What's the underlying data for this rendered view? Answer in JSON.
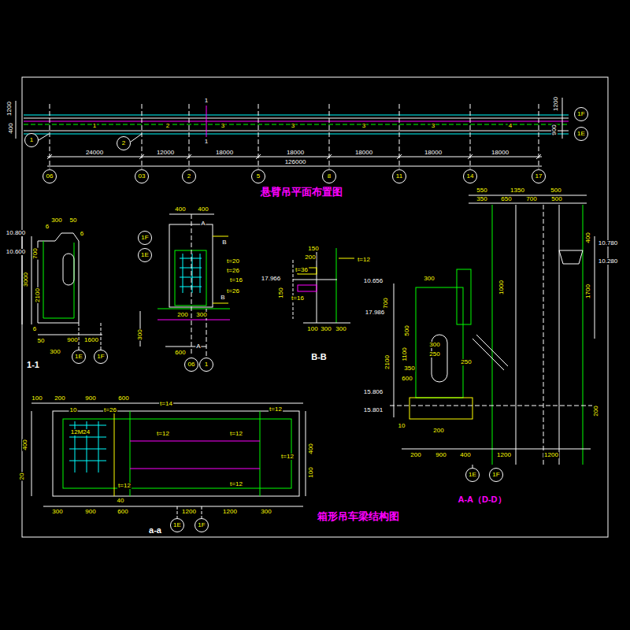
{
  "diagram": {
    "nodes": [
      {
        "text": [
          "06"
        ]
      },
      {
        "text": [
          "03"
        ]
      },
      {
        "text": [
          "2"
        ]
      },
      {
        "text": [
          "5"
        ]
      },
      {
        "text": [
          "8"
        ]
      },
      {
        "text": [
          "11"
        ]
      },
      {
        "text": [
          "14"
        ]
      },
      {
        "text": [
          "17"
        ]
      },
      {
        "text": [
          "1"
        ]
      },
      {
        "text": [
          "2"
        ]
      },
      {
        "text": [
          "1F"
        ]
      },
      {
        "text": [
          "1E"
        ]
      },
      {
        "text": [
          "1E"
        ]
      },
      {
        "text": [
          "1F"
        ]
      },
      {
        "text": [
          "1F"
        ]
      },
      {
        "text": [
          "1E"
        ]
      },
      {
        "text": [
          "06"
        ]
      },
      {
        "text": [
          "1"
        ]
      },
      {
        "text": [
          "1E"
        ]
      },
      {
        "text": [
          "1F"
        ]
      },
      {
        "text": [
          "1E"
        ]
      },
      {
        "text": [
          "1F"
        ]
      }
    ],
    "labels": [
      "悬臂吊平面布置图",
      "24000",
      "12000",
      "18000",
      "18000",
      "18000",
      "18000",
      "18000",
      "126000",
      "1",
      "1",
      "1",
      "2",
      "3",
      "3",
      "3",
      "3",
      "4",
      "1200",
      "400",
      "1200",
      "900",
      "10.800",
      "10.600",
      "300",
      "50",
      "6",
      "6",
      "700",
      "3000",
      "2100",
      "6",
      "50",
      "300",
      "900",
      "1600",
      "1-1",
      "400",
      "400",
      "B",
      "t=20",
      "t=26",
      "t=16",
      "t=26",
      "B",
      "A",
      "A",
      "200",
      "300",
      "600",
      "300",
      "150",
      "200",
      "t=36",
      "17.966",
      "150",
      "t=16",
      "t=12",
      "100",
      "300",
      "300",
      "B-B",
      "550",
      "1350",
      "500",
      "350",
      "650",
      "700",
      "500",
      "400",
      "10.780",
      "10.280",
      "1000",
      "1700",
      "300",
      "10.656",
      "700",
      "17.986",
      "500",
      "1100",
      "2100",
      "300",
      "250",
      "250",
      "350",
      "600",
      "15.806",
      "15.801",
      "10",
      "200",
      "200",
      "900",
      "400",
      "1200",
      "1200",
      "200",
      "A-A（D-D）",
      "100",
      "200",
      "900",
      "600",
      "10",
      "t=26",
      "t=14",
      "t=12",
      "12M24",
      "t=12",
      "t=12",
      "t=12",
      "t=12",
      "t=12",
      "40",
      "300",
      "900",
      "600",
      "1200",
      "1200",
      "300",
      "a-a",
      "箱形吊车梁结构图",
      "400",
      "20",
      "400",
      "100"
    ]
  }
}
